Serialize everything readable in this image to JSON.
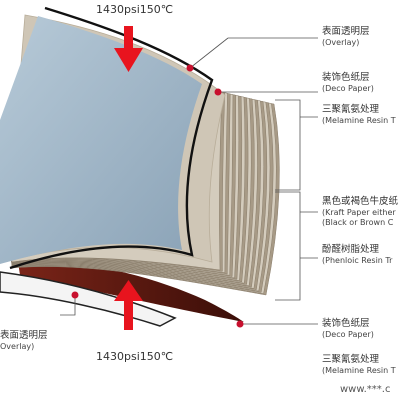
{
  "pressure": {
    "top": "1430psi150℃",
    "bottom": "1430psi150℃"
  },
  "labels": {
    "overlay_top": {
      "cn": "表面透明层",
      "en": "(Overlay)"
    },
    "deco_top": {
      "cn": "装饰色纸层",
      "en": "(Deco Paper)"
    },
    "melamine_top": {
      "cn": "三聚氰氨处理",
      "en": "(Melamine Resin T"
    },
    "kraft": {
      "cn": "黑色或褐色牛皮纸",
      "en1": "(Kraft Paper either",
      "en2": "(Black or Brown C"
    },
    "phenolic": {
      "cn": "酚醛树脂处理",
      "en": "(Phenloic Resin Tr"
    },
    "overlay_bottom": {
      "cn": "表面透明层",
      "en": "Overlay)"
    },
    "deco_bottom": {
      "cn": "装饰色纸层",
      "en": "(Deco Paper)"
    },
    "melamine_bottom": {
      "cn": "三聚氰氨处理",
      "en": "(Melamine Resin T"
    },
    "watermark": "www.***.c"
  },
  "colors": {
    "arrow": "#e8141e",
    "overlay_sheet": "#a9bfcf",
    "kraft_light": "#d4ccbd",
    "kraft_dark": "#a79a86",
    "deco_bottom": "#5a1a12",
    "dot": "#c8102e",
    "leader": "#555555"
  }
}
